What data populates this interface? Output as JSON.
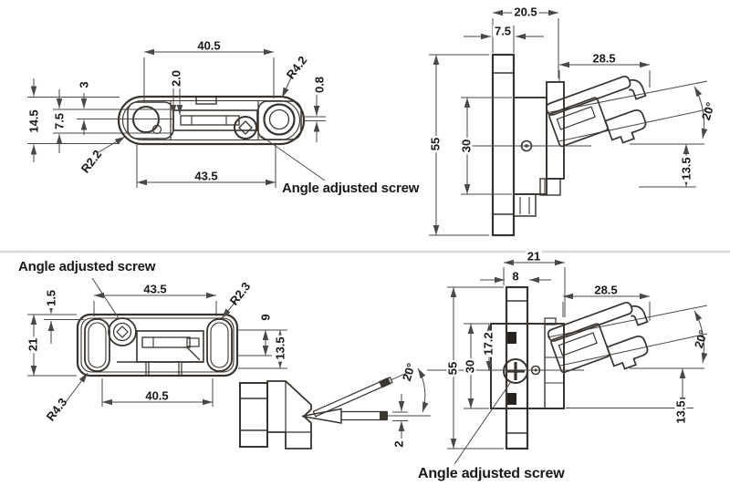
{
  "drawing": {
    "divider_color": "#d9d9d9",
    "line_color": "#38332e",
    "dimension_color": "#4a4745",
    "text_color": "#191919",
    "background_color": "#ffffff",
    "views": {
      "top_plan": {
        "callout": "Angle adjusted screw",
        "dims": {
          "length_top": "40.5",
          "end_radius": "R4.2",
          "edge_offset": "0.8",
          "bar_thickness": "2.0",
          "gap": "3",
          "overall_height": "14.5",
          "slot_height": "7.5",
          "inner_radius": "R2.2",
          "length_bottom": "43.5"
        }
      },
      "side_upper": {
        "dims": {
          "plate_width": "20.5",
          "plate_thickness": "7.5",
          "clip_length": "28.5",
          "plate_height": "55",
          "body_height": "30",
          "tilt_angle": "20°",
          "clip_offset": "13.5"
        }
      },
      "bottom_plan": {
        "callout": "Angle adjusted screw",
        "dims": {
          "edge_offset": "1.5",
          "length_top": "43.5",
          "end_radius": "R2.3",
          "slot_height": "9",
          "overall_height": "21",
          "slot_depth": "13.5",
          "corner_radius": "R4.3",
          "length_bottom": "40.5"
        }
      },
      "probe_side": {
        "dims": {
          "tilt_angle": "20°",
          "probe_thickness": "2"
        }
      },
      "side_lower": {
        "callout": "Angle adjusted screw",
        "dims": {
          "plate_width": "21",
          "plate_thickness": "8",
          "clip_length": "28.5",
          "plate_height": "55",
          "screw_offset": "17.2",
          "body_height": "30",
          "tilt_angle": "20°",
          "clip_offset": "13.5"
        }
      }
    }
  }
}
